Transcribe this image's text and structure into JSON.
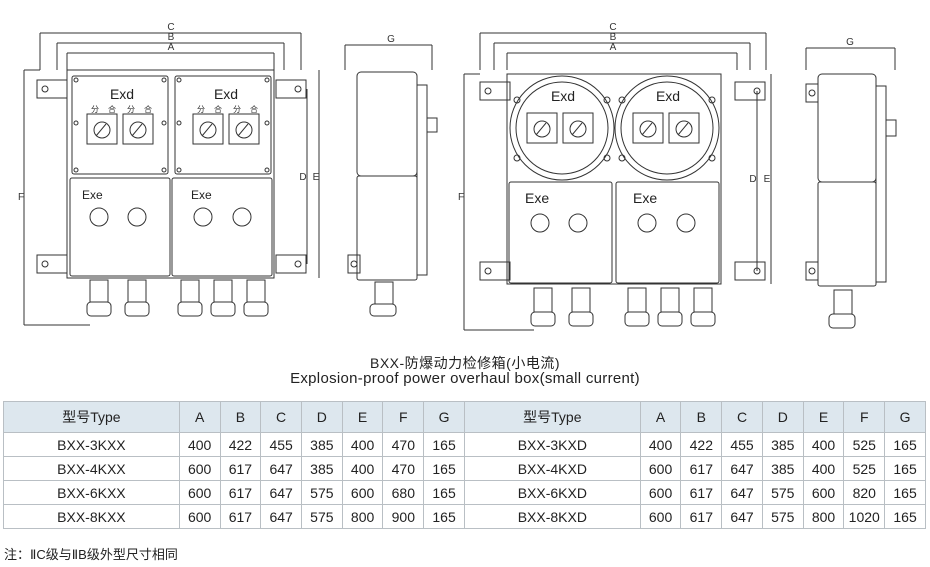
{
  "figures": {
    "left_front": {
      "dim_labels": [
        "C",
        "B",
        "A",
        "F",
        "D",
        "E"
      ],
      "top_labels": [
        "Exd",
        "Exd"
      ],
      "bottom_labels": [
        "Exe",
        "Exe"
      ],
      "switch_labels": [
        "分",
        "合"
      ]
    },
    "left_side": {
      "dim_labels": [
        "G"
      ]
    },
    "right_front": {
      "dim_labels": [
        "C",
        "B",
        "A",
        "F",
        "D",
        "E"
      ],
      "top_labels": [
        "Exd",
        "Exd"
      ],
      "bottom_labels": [
        "Exe",
        "Exe"
      ]
    },
    "right_side": {
      "dim_labels": [
        "G"
      ]
    }
  },
  "caption": {
    "title_cn": "BXX-防爆动力检修箱(小电流)",
    "title_en": "Explosion-proof power overhaul box(small current)"
  },
  "table": {
    "headers": [
      "型号Type",
      "A",
      "B",
      "C",
      "D",
      "E",
      "F",
      "G",
      "型号Type",
      "A",
      "B",
      "C",
      "D",
      "E",
      "F",
      "G"
    ],
    "rows": [
      [
        "BXX-3KXX",
        "400",
        "422",
        "455",
        "385",
        "400",
        "470",
        "165",
        "BXX-3KXD",
        "400",
        "422",
        "455",
        "385",
        "400",
        "525",
        "165"
      ],
      [
        "BXX-4KXX",
        "600",
        "617",
        "647",
        "385",
        "400",
        "470",
        "165",
        "BXX-4KXD",
        "600",
        "617",
        "647",
        "385",
        "400",
        "525",
        "165"
      ],
      [
        "BXX-6KXX",
        "600",
        "617",
        "647",
        "575",
        "600",
        "680",
        "165",
        "BXX-6KXD",
        "600",
        "617",
        "647",
        "575",
        "600",
        "820",
        "165"
      ],
      [
        "BXX-8KXX",
        "600",
        "617",
        "647",
        "575",
        "800",
        "900",
        "165",
        "BXX-8KXD",
        "600",
        "617",
        "647",
        "575",
        "800",
        "1020",
        "165"
      ]
    ]
  },
  "note": "注：ⅡC级与ⅡB级外型尺寸相同"
}
